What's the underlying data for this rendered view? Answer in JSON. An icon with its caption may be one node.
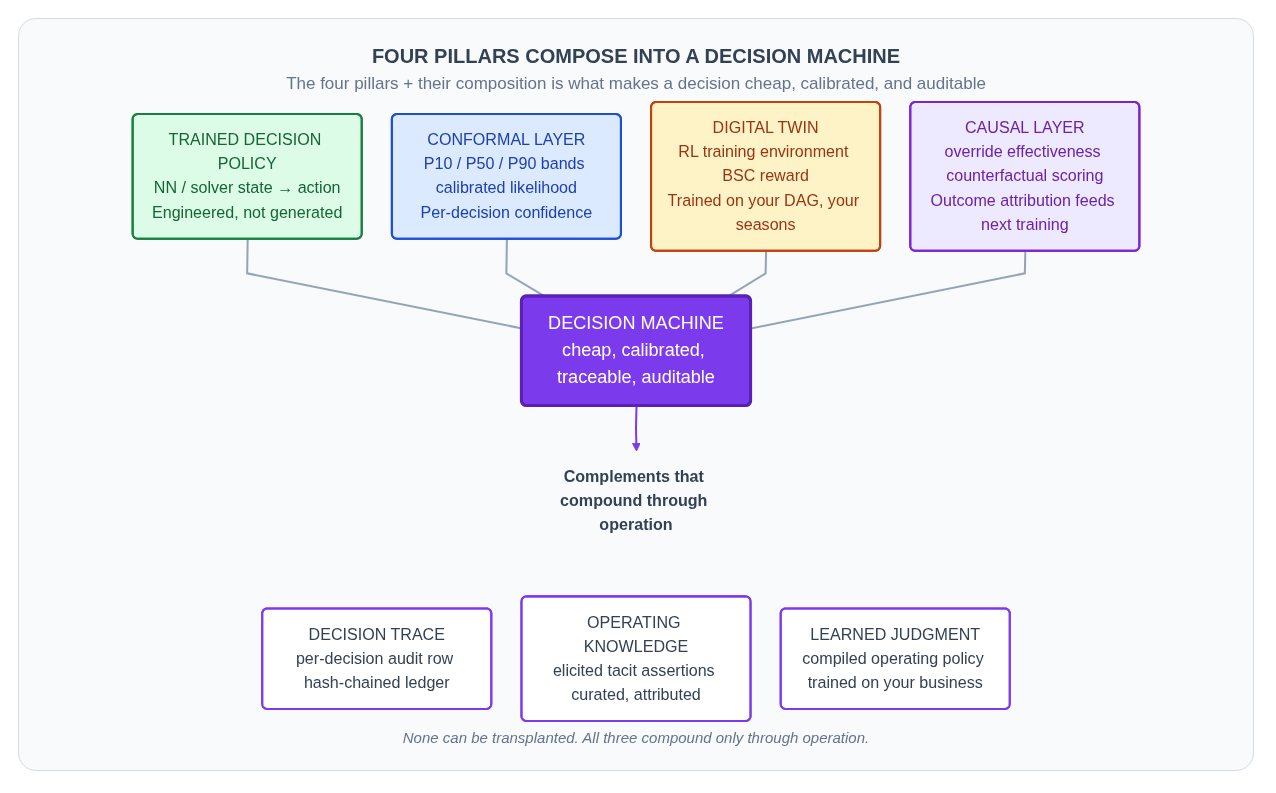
{
  "diagram": {
    "title": "FOUR PILLARS COMPOSE INTO A DECISION MACHINE",
    "nodes": [
      {
        "text": [
          "TRAINED DECISION POLICY",
          "NN / solver state → action",
          "Engineered, not generated"
        ]
      },
      {
        "text": [
          "CONFORMAL LAYER",
          "P10 / P50 / P90 bands calibrated likelihood",
          "Per-decision confidence"
        ]
      },
      {
        "text": [
          "DIGITAL TWIN",
          "RL training environment BSC reward",
          "Trained on your DAG, your seasons"
        ]
      },
      {
        "text": [
          "CAUSAL LAYER",
          "override effectiveness counterfactual scoring",
          "Outcome attribution feeds next training"
        ]
      },
      {
        "text": [
          "DECISION MACHINE",
          "cheap, calibrated, traceable, auditable"
        ]
      },
      {
        "text": [
          "Complements that compound through operation"
        ]
      },
      {
        "text": [
          "DECISION TRACE",
          "per-decision audit row hash-chained ledger"
        ]
      },
      {
        "text": [
          "OPERATING KNOWLEDGE",
          "elicited tacit assertions curated, attributed"
        ]
      },
      {
        "text": [
          "LEARNED JUDGMENT",
          "compiled operating policy trained on your business"
        ]
      }
    ],
    "edges": [
      {
        "from": 0,
        "to": 4,
        "arrow": "none"
      },
      {
        "from": 1,
        "to": 4,
        "arrow": "none"
      },
      {
        "from": 2,
        "to": 4,
        "arrow": "none"
      },
      {
        "from": 3,
        "to": 4,
        "arrow": "none"
      },
      {
        "from": 4,
        "to": 5,
        "arrow": "to",
        "color": "#7c3aed"
      }
    ],
    "labels": [
      "The four pillars + their composition is what makes a decision cheap, calibrated, and auditable"
    ],
    "caption": "None can be transplanted. All three compound only through operation."
  }
}
